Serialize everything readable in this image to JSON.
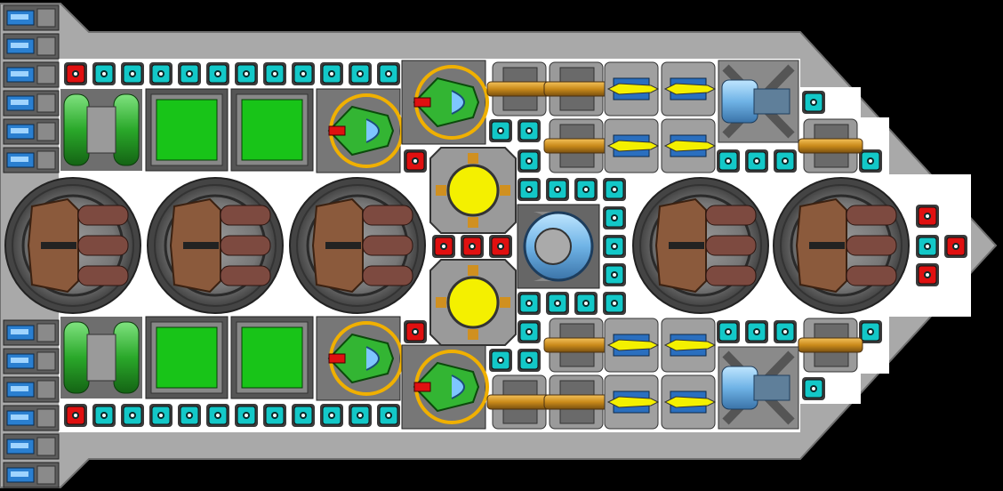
{
  "view": {
    "name": "ship-layout-view"
  },
  "palette": {
    "background": "#000000",
    "hull_outer": "#a9a9a9",
    "hull_dark": "#7c7c7c",
    "deck_floor": "#ffffff",
    "conduit_cyan": "#13c8c8",
    "node_red": "#e01010",
    "reactor_green": "#18c418",
    "core_yellow": "#f4f000",
    "armor_brown": "#8b5a3c",
    "thruster_blue": "#2a7fd0",
    "brass": "#d09020"
  },
  "modules": {
    "engines_top_count": 6,
    "engines_bottom_count": 6,
    "turret_count": 5,
    "reactor_count": 4,
    "core_count": 2,
    "cockpit_count": 4
  }
}
